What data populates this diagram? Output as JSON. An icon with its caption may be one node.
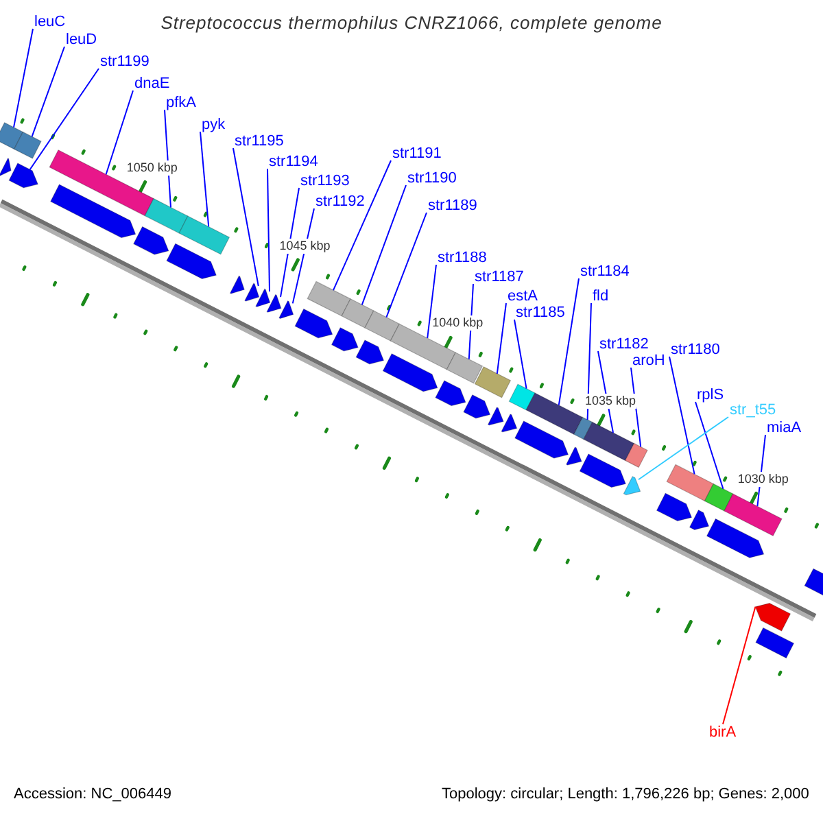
{
  "diagram": {
    "title": "Streptococcus thermophilus CNRZ1066, complete genome",
    "nodes": [
      {
        "text": [
          "leuC"
        ]
      },
      {
        "text": [
          "leuD"
        ]
      },
      {
        "text": [
          "str1199"
        ]
      },
      {
        "text": [
          "dnaE"
        ]
      },
      {
        "text": [
          "pfkA"
        ]
      },
      {
        "text": [
          "pyk"
        ]
      },
      {
        "text": [
          "str1195"
        ]
      },
      {
        "text": [
          "str1194"
        ]
      },
      {
        "text": [
          "str1193"
        ]
      },
      {
        "text": [
          "str1192"
        ]
      },
      {
        "text": [
          "str1191"
        ]
      },
      {
        "text": [
          "str1190"
        ]
      },
      {
        "text": [
          "str1189"
        ]
      },
      {
        "text": [
          "str1188"
        ]
      },
      {
        "text": [
          "str1187"
        ]
      },
      {
        "text": [
          "estA"
        ]
      },
      {
        "text": [
          "str1184"
        ]
      },
      {
        "text": [
          "fld"
        ]
      },
      {
        "text": [
          "str1185"
        ]
      },
      {
        "text": [
          "str1182"
        ]
      },
      {
        "text": [
          "aroH"
        ]
      },
      {
        "text": [
          "str1180"
        ]
      },
      {
        "text": [
          "rplS"
        ]
      },
      {
        "text": [
          "str_t55"
        ]
      },
      {
        "text": [
          "miaA"
        ]
      },
      {
        "text": [
          "birA"
        ]
      },
      {
        "text": [],
        "shape": "box"
      },
      {
        "text": [],
        "shape": "box"
      },
      {
        "text": [],
        "shape": "box"
      },
      {
        "text": [],
        "shape": "box"
      },
      {
        "text": [],
        "shape": "box"
      },
      {
        "text": [],
        "shape": "box"
      },
      {
        "text": [],
        "shape": "box"
      },
      {
        "text": [],
        "shape": "box"
      },
      {
        "text": [],
        "shape": "box"
      },
      {
        "text": [],
        "shape": "box"
      },
      {
        "text": [],
        "shape": "box"
      },
      {
        "text": [],
        "shape": "box"
      },
      {
        "text": [],
        "shape": "box"
      },
      {
        "text": [],
        "shape": "box"
      },
      {
        "text": [],
        "shape": "box"
      },
      {
        "text": [],
        "shape": "box"
      },
      {
        "text": [],
        "shape": "box"
      },
      {
        "text": [],
        "shape": "box"
      },
      {
        "text": [],
        "shape": "box"
      },
      {
        "text": [],
        "shape": "arrow"
      },
      {
        "text": [],
        "shape": "arrow"
      },
      {
        "text": [],
        "shape": "arrow"
      },
      {
        "text": [],
        "shape": "arrow"
      },
      {
        "text": [],
        "shape": "arrow"
      },
      {
        "text": [],
        "shape": "arrow"
      },
      {
        "text": [],
        "shape": "arrow"
      },
      {
        "text": [],
        "shape": "arrow"
      },
      {
        "text": [],
        "shape": "arrow"
      },
      {
        "text": [],
        "shape": "arrow"
      },
      {
        "text": [],
        "shape": "arrow"
      },
      {
        "text": [],
        "shape": "arrow"
      },
      {
        "text": [],
        "shape": "arrow"
      },
      {
        "text": [],
        "shape": "arrow"
      },
      {
        "text": [],
        "shape": "arrow"
      },
      {
        "text": [],
        "shape": "arrow"
      },
      {
        "text": [],
        "shape": "arrow"
      },
      {
        "text": [],
        "shape": "arrow"
      },
      {
        "text": [],
        "shape": "arrow"
      },
      {
        "text": [],
        "shape": "arrow"
      },
      {
        "text": [],
        "shape": "arrow"
      },
      {
        "text": [],
        "shape": "arrow"
      },
      {
        "text": [],
        "shape": "arrow"
      },
      {
        "text": [],
        "shape": "arrow"
      },
      {
        "text": [],
        "shape": "arrow"
      },
      {
        "text": [],
        "shape": "arrow"
      },
      {
        "text": [],
        "shape": "arrow"
      },
      {
        "text": [],
        "shape": "box"
      }
    ],
    "edges": [
      {
        "from": 0,
        "to": 26,
        "arrow": "none"
      },
      {
        "from": 1,
        "to": 27,
        "arrow": "none"
      },
      {
        "from": 2,
        "to": 46,
        "arrow": "none"
      },
      {
        "from": 3,
        "to": 28,
        "arrow": "none"
      },
      {
        "from": 4,
        "to": 29,
        "arrow": "none"
      },
      {
        "from": 5,
        "to": 30,
        "arrow": "none"
      },
      {
        "from": 6,
        "to": 51,
        "arrow": "none"
      },
      {
        "from": 7,
        "to": 52,
        "arrow": "none"
      },
      {
        "from": 8,
        "to": 53,
        "arrow": "none"
      },
      {
        "from": 9,
        "to": 54,
        "arrow": "none"
      },
      {
        "from": 10,
        "to": 31,
        "arrow": "none"
      },
      {
        "from": 11,
        "to": 32,
        "arrow": "none"
      },
      {
        "from": 12,
        "to": 33,
        "arrow": "none"
      },
      {
        "from": 13,
        "to": 34,
        "arrow": "none"
      },
      {
        "from": 14,
        "to": 35,
        "arrow": "none"
      },
      {
        "from": 15,
        "to": 36,
        "arrow": "none"
      },
      {
        "from": 16,
        "to": 38,
        "arrow": "none"
      },
      {
        "from": 17,
        "to": 39,
        "arrow": "none"
      },
      {
        "from": 18,
        "to": 37,
        "arrow": "none"
      },
      {
        "from": 19,
        "to": 40,
        "arrow": "none"
      },
      {
        "from": 20,
        "to": 41,
        "arrow": "none"
      },
      {
        "from": 21,
        "to": 42,
        "arrow": "none"
      },
      {
        "from": 22,
        "to": 43,
        "arrow": "none"
      },
      {
        "from": 23,
        "to": 66,
        "arrow": "none",
        "color": "#33ccff"
      },
      {
        "from": 24,
        "to": 44,
        "arrow": "none"
      },
      {
        "from": 25,
        "to": 71,
        "arrow": "none",
        "color": "#ff0000"
      }
    ],
    "labels": [
      "1050 kbp",
      "1045 kbp",
      "1040 kbp",
      "1035 kbp",
      "1030 kbp",
      "Accession: NC_006449",
      "Topology: circular; Length: 1,796,226 bp; Genes: 2,000"
    ]
  }
}
